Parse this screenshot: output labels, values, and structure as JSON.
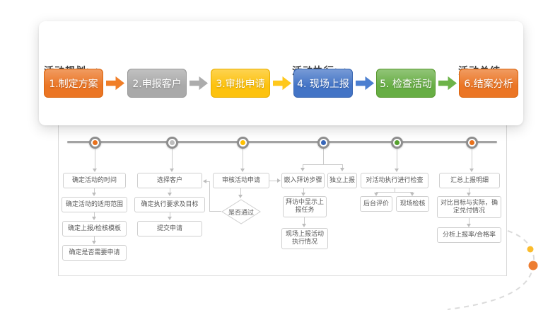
{
  "header": {
    "sections": [
      {
        "label": "活动规划>>"
      },
      {
        "label": "活动执行>>"
      },
      {
        "label": "活动总结"
      }
    ]
  },
  "steps": [
    {
      "label": "1.制定方案",
      "color": "#EB7524",
      "border": "#D9650F",
      "arrow": "#F07E28"
    },
    {
      "label": "2.申报客户",
      "color": "#A9A9A9",
      "border": "#9A9A9A",
      "arrow": "#ACACAC"
    },
    {
      "label": "3.审批申请",
      "color": "#FDC20D",
      "border": "#E8AE00",
      "arrow": "#FFC81C"
    },
    {
      "label": "4. 现场上报",
      "color": "#4374C6",
      "border": "#3A67B1",
      "arrow": "#4C7FD0"
    },
    {
      "label": "5. 检查活动",
      "color": "#67AE44",
      "border": "#58992F",
      "arrow": "#6DB349"
    },
    {
      "label": "6.结案分析",
      "color": "#EB7524",
      "border": "#D9650F"
    }
  ],
  "timeline": {
    "node_colors": [
      "#E8701A",
      "#BDBDBD",
      "#FFC000",
      "#3766B8",
      "#56A12E",
      "#E8701A"
    ]
  },
  "flow": {
    "col1": [
      "确定活动的时间",
      "确定活动的适用范围",
      "确定上报/检核模板",
      "确定是否需要申请"
    ],
    "col2": [
      "选择客户",
      "确定执行要求及目标",
      "提交申请"
    ],
    "col3": {
      "box": "审核活动申请",
      "diamond": "是否通过"
    },
    "col4": [
      "嵌入拜访步骤",
      "独立上报",
      "拜访中显示上报任务",
      "现场上报活动执行情况"
    ],
    "col5": [
      "对活动执行进行检查",
      "后台评价",
      "现场检核"
    ],
    "col6": [
      "汇总上报明细",
      "对比目标与实际，确定兑付情况",
      "分析上报率/合格率"
    ]
  },
  "decor": {
    "dot_small": "#FBBC2C",
    "dot_large": "#ED7D31",
    "curve_color": "#DBDBDB"
  }
}
